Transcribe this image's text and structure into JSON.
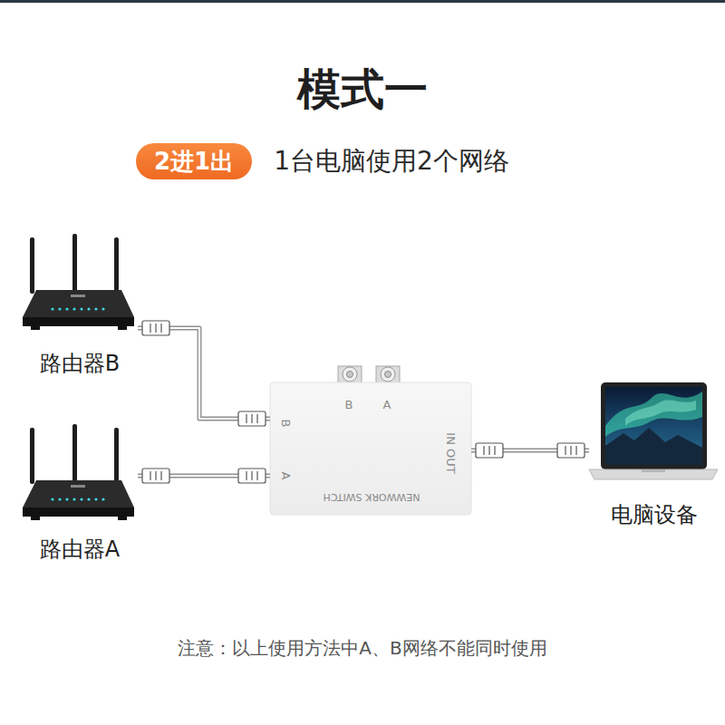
{
  "diagram": {
    "title": "模式一",
    "nodes": [
      {
        "text": [
          "2进1出"
        ]
      },
      {
        "text": [
          "路由器B"
        ]
      },
      {
        "text": [
          "路由器A"
        ]
      },
      {
        "text": [
          "B",
          "A",
          "B",
          "A",
          "IN OUT",
          "NEWWORK SWITCH"
        ]
      },
      {
        "text": [
          "电脑设备"
        ]
      }
    ],
    "edges": [
      {
        "from": 1,
        "to": 3,
        "arrow": "none"
      },
      {
        "from": 2,
        "to": 3,
        "arrow": "none"
      },
      {
        "from": 3,
        "to": 4,
        "arrow": "none"
      }
    ],
    "labels": [
      "1台电脑使用2个网络",
      "注意：以上使用方法中A、B网络不能同时使用"
    ]
  }
}
